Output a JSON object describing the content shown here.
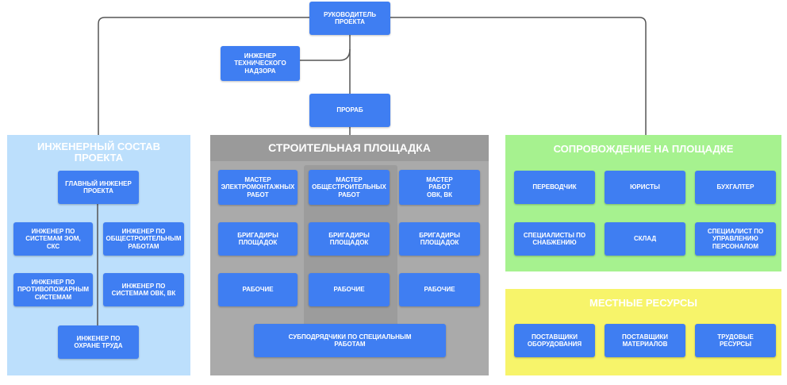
{
  "colors": {
    "box": "#3f7ef2",
    "engineering_panel": "#bcdffc",
    "site_panel": "#aaaaaa",
    "site_title_bar": "#9a9a9a",
    "site_center_column": "#9c9c9c",
    "support_panel": "#a6f28f",
    "local_panel": "#f7f46a",
    "connector": "#555555"
  },
  "top": {
    "head": "РУКОВОДИТЕЛЬ\nПРОЕКТА",
    "supervision": "ИНЖЕНЕР\nТЕХНИЧЕСКОГО\nНАДЗОРА",
    "foreman": "ПРОРАБ"
  },
  "engineering": {
    "title": "ИНЖЕНЕРНЫЙ СОСТАВ\nПРОЕКТА",
    "chief": "ГЛАВНЫЙ ИНЖЕНЕР\nПРОЕКТА",
    "eom": "ИНЖЕНЕР ПО\nСИСТЕМАМ ЭОМ,\nСКС",
    "general": "ИНЖЕНЕР ПО\nОБЩЕСТРОИТЕЛЬНЫМ\nРАБОТАМ",
    "fire": "ИНЖЕНЕР ПО\nПРОТИВОПОЖАРНЫМ\nСИСТЕМАМ",
    "hvac": "ИНЖЕНЕР ПО\nСИСТЕМАМ ОВК, ВК",
    "safety": "ИНЖЕНЕР ПО\nОХРАНЕ ТРУДА"
  },
  "site": {
    "title": "СТРОИТЕЛЬНАЯ ПЛОЩАДКА",
    "master_electrical": "МАСТЕР\nЭЛЕКТРОМОНТАЖНЫХ\nРАБОТ",
    "master_general": "МАСТЕР\nОБЩЕСТРОИТЕЛЬНЫХ\nРАБОТ",
    "master_hvac": "МАСТЕР\nРАБОТ\nОВК, ВК",
    "brigadiers_1": "БРИГАДИРЫ\nПЛОЩАДОК",
    "brigadiers_2": "БРИГАДИРЫ\nПЛОЩАДОК",
    "brigadiers_3": "БРИГАДИРЫ\nПЛОЩАДОК",
    "workers_1": "РАБОЧИЕ",
    "workers_2": "РАБОЧИЕ",
    "workers_3": "РАБОЧИЕ",
    "subcontractors": "СУБПОДРЯДЧИКИ ПО СПЕЦИАЛЬНЫМ\nРАБОТАМ"
  },
  "support": {
    "title": "СОПРОВОЖДЕНИЕ НА ПЛОЩАДКЕ",
    "translator": "ПЕРЕВОДЧИК",
    "lawyers": "ЮРИСТЫ",
    "accountant": "БУХГАЛТЕР",
    "procurement": "СПЕЦИАЛИСТЫ ПО\nСНАБЖЕНИЮ",
    "warehouse": "СКЛАД",
    "hr": "СПЕЦИАЛИСТ ПО\nУПРАВЛЕНИЮ\nПЕРСОНАЛОМ"
  },
  "local": {
    "title": "МЕСТНЫЕ РЕСУРСЫ",
    "equipment": "ПОСТАВЩИКИ\nОБОРУДОВАНИЯ",
    "materials": "ПОСТАВЩИКИ\nМАТЕРИАЛОВ",
    "labor": "ТРУДОВЫЕ\nРЕСУРСЫ"
  }
}
